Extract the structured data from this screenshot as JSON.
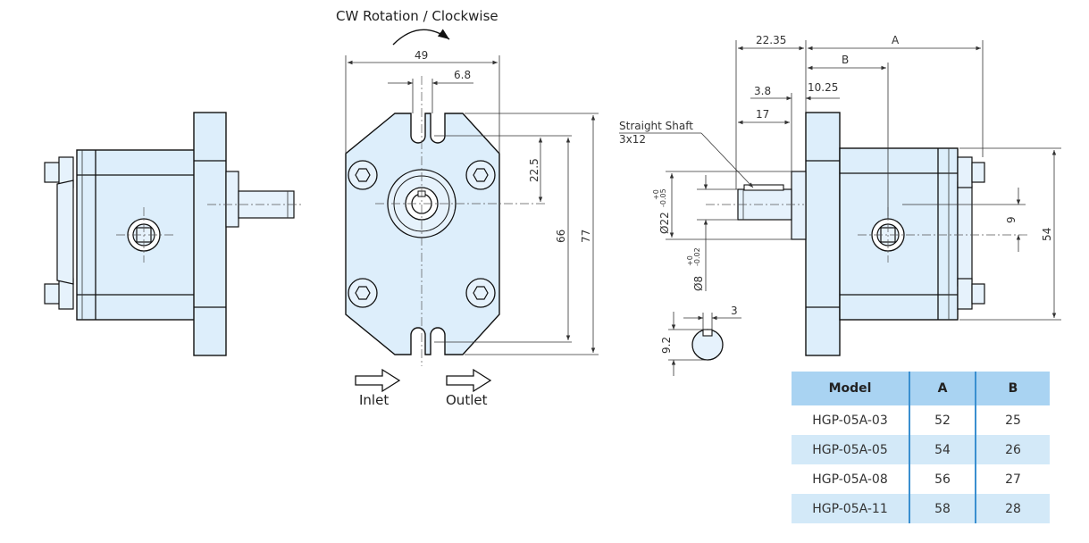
{
  "rotation_label": "CW Rotation / Clockwise",
  "ports": {
    "inlet": "Inlet",
    "outlet": "Outlet"
  },
  "shaft_note": {
    "title": "Straight Shaft",
    "size": "3x12"
  },
  "dimensions": {
    "width_49": "49",
    "slot_6_8": "6.8",
    "off_22_5": "22.5",
    "h_66": "66",
    "h_77": "77",
    "d_22_35": "22.35",
    "d_A": "A",
    "d_B": "B",
    "d_3_8": "3.8",
    "d_10_25": "10.25",
    "d_17": "17",
    "dia22": "Ø22",
    "dia22_tol_plus": "+0",
    "dia22_tol_minus": "-0.05",
    "dia8": "Ø8",
    "dia8_tol_plus": "+0",
    "dia8_tol_minus": "-0.02",
    "d_9": "9",
    "d_54": "54",
    "key_3": "3",
    "key_9_2": "9.2"
  },
  "table": {
    "headers": [
      "Model",
      "A",
      "B"
    ],
    "rows": [
      [
        "HGP-05A-03",
        "52",
        "25"
      ],
      [
        "HGP-05A-05",
        "54",
        "26"
      ],
      [
        "HGP-05A-08",
        "56",
        "27"
      ],
      [
        "HGP-05A-11",
        "58",
        "28"
      ]
    ]
  },
  "colors": {
    "body": "#ddeefb",
    "table_header": "#a9d3f2",
    "table_alt": "#d3e9f8",
    "table_divider": "#3a8fd0"
  }
}
